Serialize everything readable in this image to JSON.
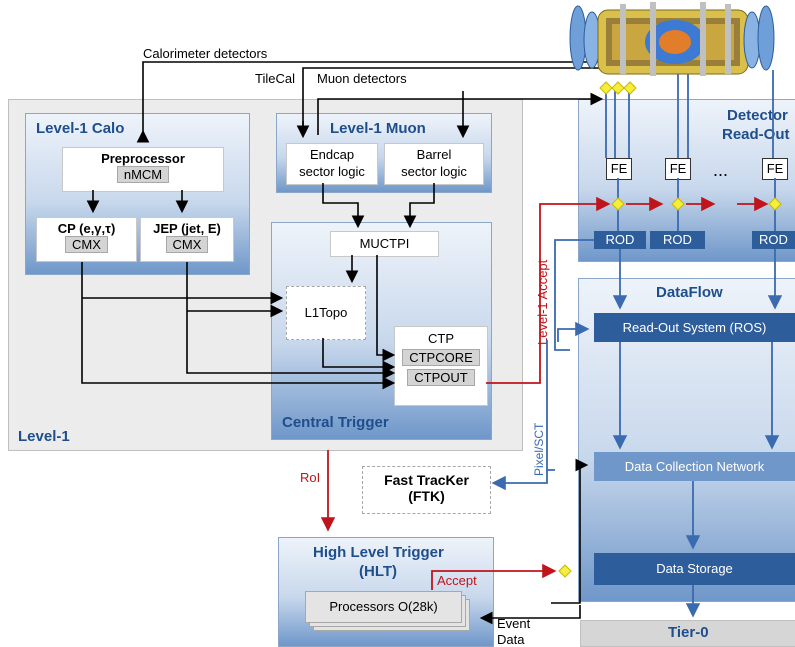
{
  "labels": {
    "calorimeter_detectors": "Calorimeter detectors",
    "tilecal": "TileCal",
    "muon_detectors": "Muon detectors",
    "level1": "Level-1",
    "level1_calo": "Level-1 Calo",
    "preprocessor": "Preprocessor",
    "nmcm": "nMCM",
    "cp": "CP (e,γ,τ)",
    "jep": "JEP (jet, E)",
    "cmx": "CMX",
    "level1_muon": "Level-1 Muon",
    "endcap_line1": "Endcap",
    "endcap_line2": "sector logic",
    "barrel_line1": "Barrel",
    "barrel_line2": "sector logic",
    "central_trigger": "Central Trigger",
    "muctpi": "MUCTPI",
    "l1topo": "L1Topo",
    "ctp": "CTP",
    "ctpcore": "CTPCORE",
    "ctpout": "CTPOUT",
    "level1_accept": "Level-1 Accept",
    "detector_readout_line1": "Detector",
    "detector_readout_line2": "Read-Out",
    "fe": "FE",
    "ellipsis": "...",
    "rod": "ROD",
    "dataflow": "DataFlow",
    "ros": "Read-Out System (ROS)",
    "pixel_sct": "Pixel/SCT",
    "roi": "RoI",
    "ftk_line1": "Fast TracKer",
    "ftk_line2": "(FTK)",
    "data_collection_network": "Data Collection Network",
    "data_storage": "Data Storage",
    "hlt_line1": "High Level Trigger",
    "hlt_line2": "(HLT)",
    "accept": "Accept",
    "processors": "Processors O(28k)",
    "event_data_line1": "Event",
    "event_data_line2": "Data",
    "tier0": "Tier-0"
  },
  "colors": {
    "accent_blue": "#1f4e8c",
    "dark_bar": "#2e5d9c",
    "accept_red": "#c0141c",
    "link_blue": "#3a6ab0",
    "diamond_yellow": "#f5ee3c"
  }
}
